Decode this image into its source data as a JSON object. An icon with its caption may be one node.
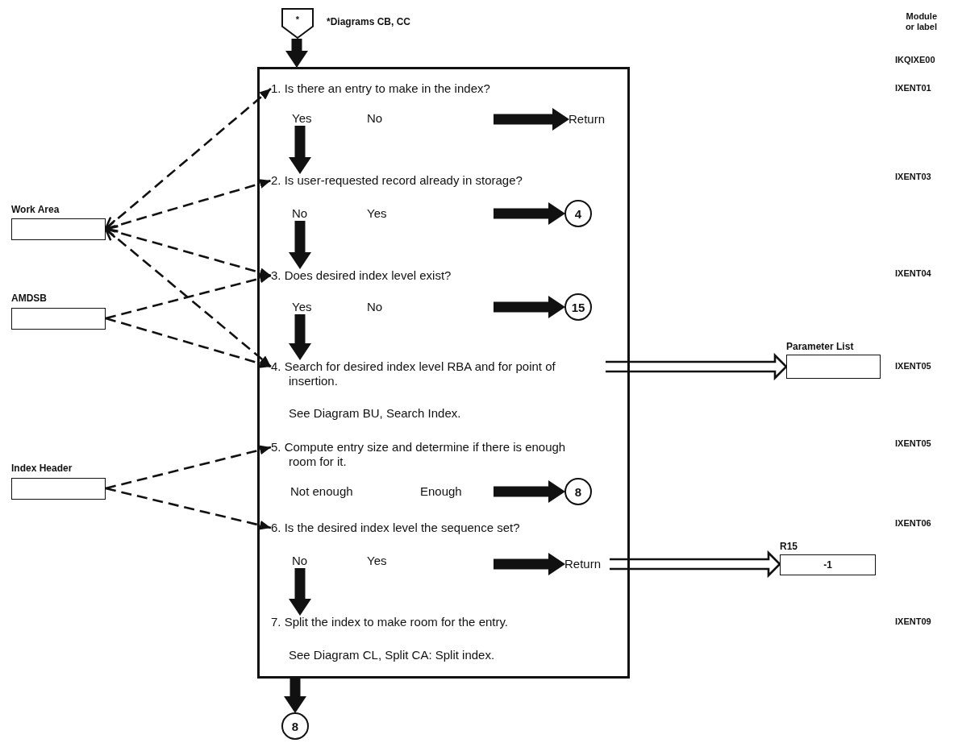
{
  "diagram": {
    "nodes": [
      {
        "text": [
          "*"
        ],
        "beside": [
          "*Diagrams CB, CC"
        ]
      },
      {
        "text": [],
        "shape": "box"
      },
      {
        "text": [
          "1. Is there an entry to make in the index?"
        ],
        "in": 1
      },
      {
        "text": [
          "Yes"
        ],
        "in": 1
      },
      {
        "text": [
          "No"
        ],
        "in": 1
      },
      {
        "text": [
          "2. Is user-requested record already in storage?"
        ],
        "in": 1
      },
      {
        "text": [
          "No"
        ],
        "in": 1
      },
      {
        "text": [
          "Yes"
        ],
        "in": 1
      },
      {
        "text": [
          "3. Does desired index level exist?"
        ],
        "in": 1
      },
      {
        "text": [
          "Yes"
        ],
        "in": 1
      },
      {
        "text": [
          "No"
        ],
        "in": 1
      },
      {
        "text": [
          "4. Search for desired index level RBA and for point of insertion.",
          "See Diagram BU, Search Index."
        ],
        "in": 1
      },
      {
        "text": [
          "5. Compute entry size and determine if there is enough room for it."
        ],
        "in": 1
      },
      {
        "text": [
          "Not enough"
        ],
        "in": 1
      },
      {
        "text": [
          "Enough"
        ],
        "in": 1
      },
      {
        "text": [
          "6. Is the desired index level the sequence set?"
        ],
        "in": 1
      },
      {
        "text": [
          "No"
        ],
        "in": 1
      },
      {
        "text": [
          "Yes"
        ],
        "in": 1
      },
      {
        "text": [
          "7. Split the index to make room for the entry.",
          "See Diagram CL, Split CA: Split index."
        ],
        "in": 1
      },
      {
        "text": [
          "Return"
        ],
        "in": 1
      },
      {
        "text": [
          "4"
        ],
        "in": 1
      },
      {
        "text": [
          "15"
        ],
        "in": 1
      },
      {
        "text": [
          "8"
        ],
        "in": 1
      },
      {
        "text": [
          "Return"
        ],
        "in": 1
      },
      {
        "text": [
          "8"
        ]
      },
      {
        "text": [
          "Work Area"
        ]
      },
      {
        "text": [
          "AMDSB"
        ]
      },
      {
        "text": [
          "Index Header"
        ]
      },
      {
        "text": [
          "Parameter List"
        ]
      },
      {
        "text": [
          "R15",
          "-1"
        ]
      }
    ],
    "edges": [
      {
        "from": 0,
        "to": 1,
        "arrow": "to"
      },
      {
        "from": 3,
        "to": 5,
        "arrow": "to"
      },
      {
        "from": 6,
        "to": 8,
        "arrow": "to"
      },
      {
        "from": 9,
        "to": 11,
        "arrow": "to"
      },
      {
        "from": 16,
        "to": 18,
        "arrow": "to"
      },
      {
        "from": 1,
        "to": 24,
        "arrow": "to"
      },
      {
        "from": null,
        "to": 19,
        "arrow": "to"
      },
      {
        "from": null,
        "to": 20,
        "arrow": "to"
      },
      {
        "from": null,
        "to": 21,
        "arrow": "to"
      },
      {
        "from": null,
        "to": 22,
        "arrow": "to"
      },
      {
        "from": null,
        "to": 23,
        "arrow": "to"
      },
      {
        "from": 25,
        "to": 2,
        "arrow": "both",
        "style": "dashed"
      },
      {
        "from": 25,
        "to": 5,
        "arrow": "both",
        "style": "dashed"
      },
      {
        "from": 25,
        "to": 8,
        "arrow": "both",
        "style": "dashed"
      },
      {
        "from": 25,
        "to": 11,
        "arrow": "both",
        "style": "dashed"
      },
      {
        "from": 26,
        "to": 8,
        "arrow": "to",
        "style": "dashed"
      },
      {
        "from": 26,
        "to": 11,
        "arrow": "to",
        "style": "dashed"
      },
      {
        "from": 27,
        "to": 12,
        "arrow": "to",
        "style": "dashed"
      },
      {
        "from": 27,
        "to": 15,
        "arrow": "to",
        "style": "dashed"
      },
      {
        "from": 11,
        "to": 28,
        "arrow": "to"
      },
      {
        "from": 23,
        "to": 29,
        "arrow": "to"
      }
    ],
    "labels": [
      "Module or label",
      "IKQIXE00",
      "IXENT01",
      "IXENT03",
      "IXENT04",
      "IXENT05",
      "IXENT05",
      "IXENT06",
      "IXENT09"
    ]
  }
}
